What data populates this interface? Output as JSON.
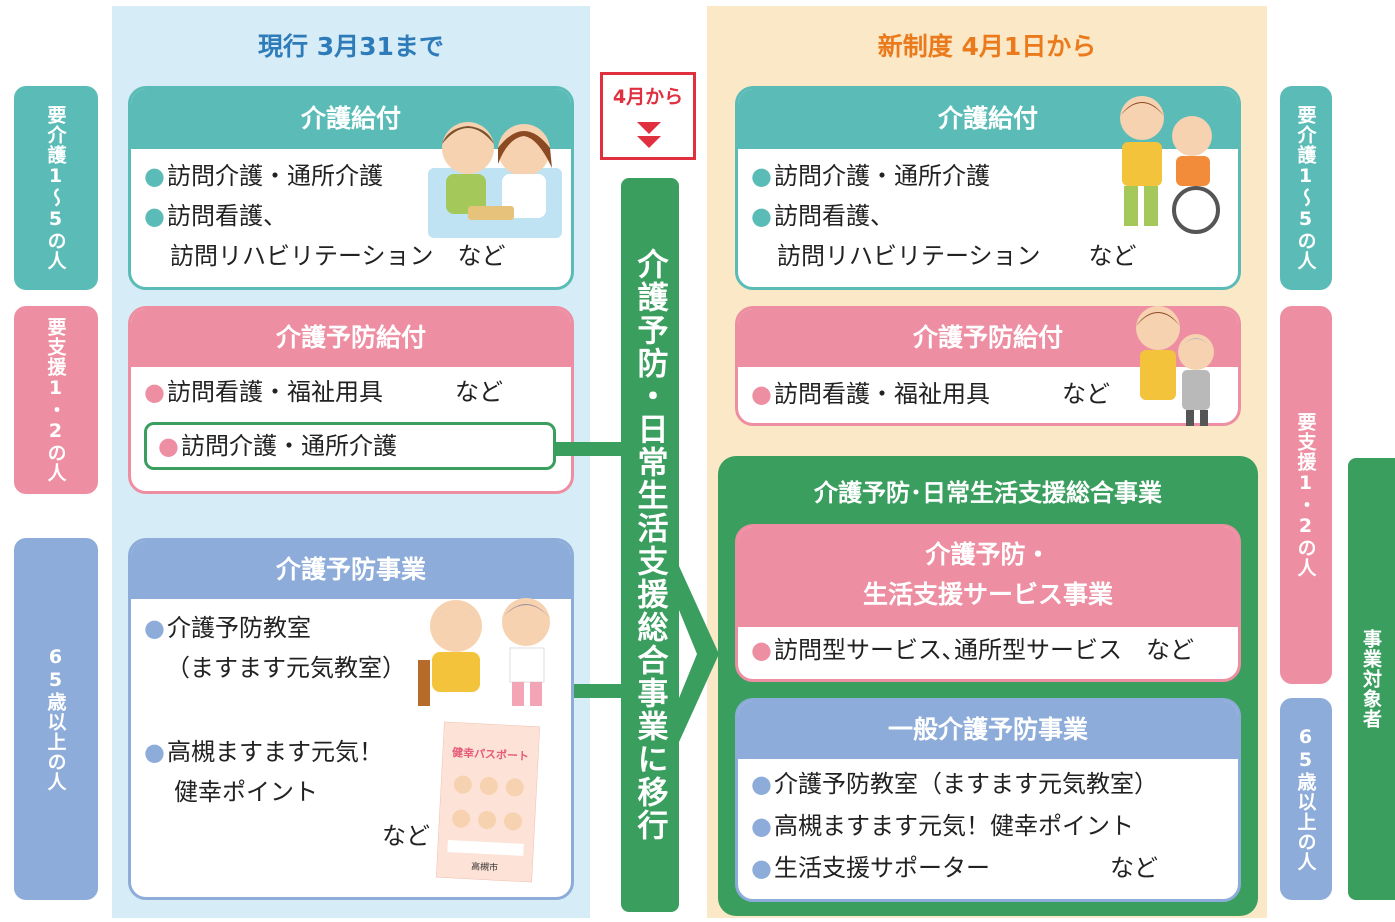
{
  "columns": {
    "current": "現行 3月31まで",
    "new": "新制度 4月1日から"
  },
  "badge": {
    "label": "4月から"
  },
  "transition": {
    "label": "介護予防・日常生活支援総合事業に移行"
  },
  "side_labels_left": [
    "要介護1〜5の人",
    "要支援1・2の人",
    "65歳以上の人"
  ],
  "side_labels_right": [
    "要介護1〜5の人",
    "要支援1・2の人",
    "65歳以上の人"
  ],
  "side_label_target": "事業対象者",
  "left_boxes": {
    "kaigo_kyufu": {
      "title": "介護給付",
      "items": [
        "訪問介護・通所介護",
        "訪問看護、",
        "訪問リハビリテーション　など"
      ]
    },
    "yobo_kyufu": {
      "title": "介護予防給付",
      "items": [
        "訪問看護・福祉用具　　　など",
        "訪問介護・通所介護"
      ]
    },
    "yobo_jigyo": {
      "title": "介護予防事業",
      "items": [
        "介護予防教室",
        "（ますます元気教室）",
        "高槻ますます元気！",
        "健幸ポイント",
        "など"
      ]
    }
  },
  "right_boxes": {
    "kaigo_kyufu": {
      "title": "介護給付",
      "items": [
        "訪問介護・通所介護",
        "訪問看護、",
        "訪問リハビリテーション　　など"
      ]
    },
    "yobo_kyufu": {
      "title": "介護予防給付",
      "items": [
        "訪問看護・福祉用具　　　など"
      ]
    },
    "sogo_jigyo": {
      "title": "介護予防･日常生活支援総合事業",
      "service": {
        "title_line1": "介護予防・",
        "title_line2": "生活支援サービス事業",
        "items": [
          "訪問型サービス､通所型サービス　など"
        ]
      },
      "ippan": {
        "title": "一般介護予防事業",
        "items": [
          "介護予防教室（ますます元気教室）",
          "高槻ますます元気！健幸ポイント",
          "生活支援サポーター　　　　　など"
        ]
      }
    }
  },
  "passport": {
    "title": "健幸パスポート",
    "city": "高槻市"
  },
  "colors": {
    "teal": "#5bbcb7",
    "pink": "#ee8ea2",
    "blue": "#8dacd9",
    "green": "#3a9e5f",
    "orange": "#ea7a1c",
    "navy": "#2e7bb9",
    "red": "#e03040"
  }
}
